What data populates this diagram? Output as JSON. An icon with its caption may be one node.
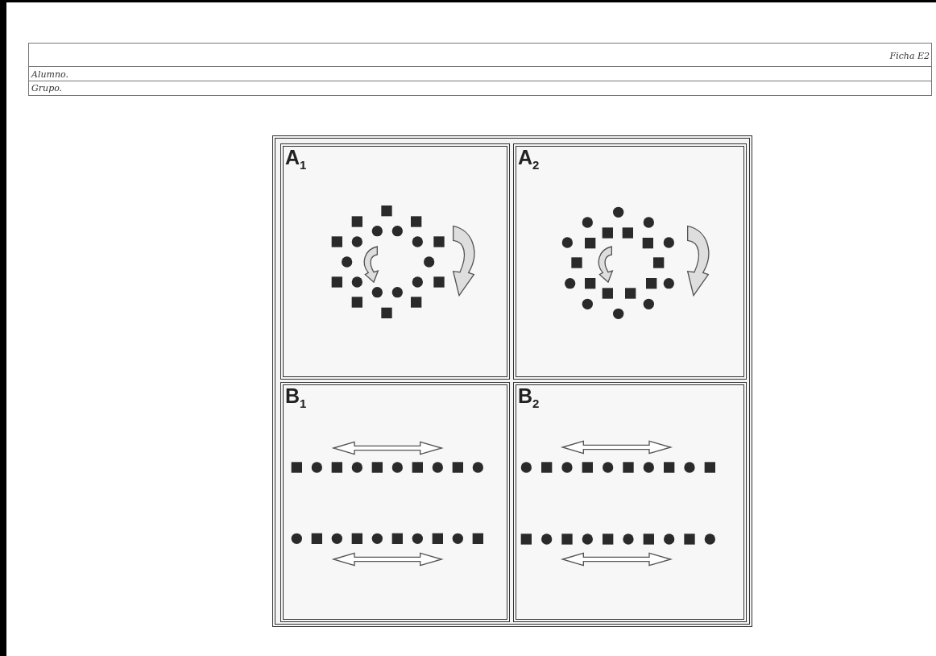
{
  "diagram": {
    "nodes": [
      {
        "text": [
          "A$_{1}$"
        ]
      },
      {
        "text": [
          "A$_{2}$"
        ]
      },
      {
        "text": [
          "B$_{1}$"
        ]
      },
      {
        "text": [
          "B$_{2}$"
        ]
      }
    ],
    "labels": [
      "Ficha E2",
      "Alumno.",
      "Grupo."
    ]
  }
}
